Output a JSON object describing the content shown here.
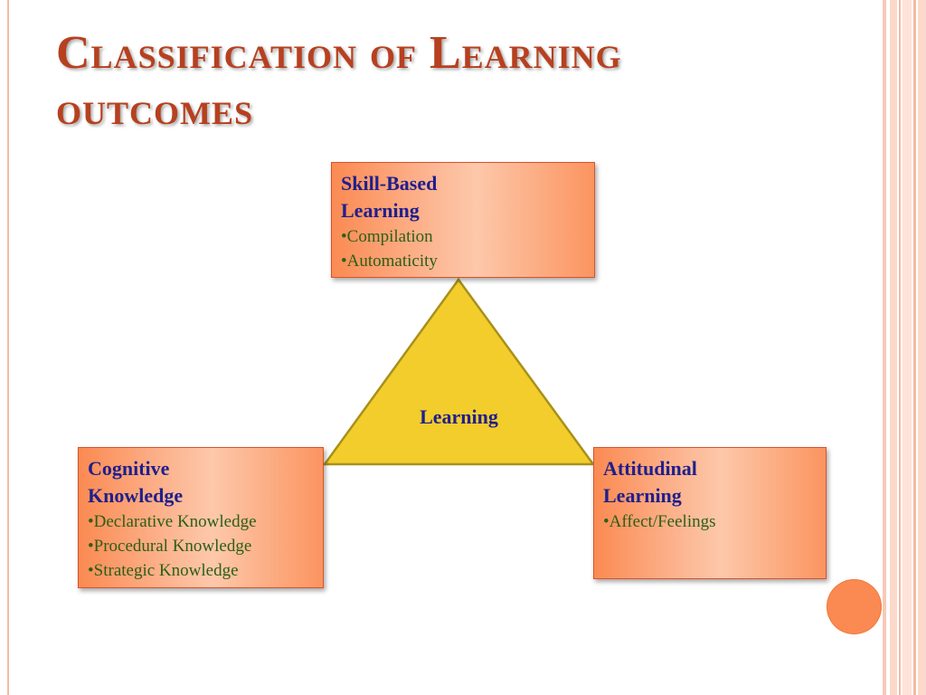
{
  "slide": {
    "title_line1": "Classification of Learning",
    "title_line2": "outcomes"
  },
  "diagram": {
    "center_label": "Learning",
    "skill_based": {
      "heading_line1": "Skill-Based",
      "heading_line2": "Learning",
      "items": [
        "•Compilation",
        "•Automaticity"
      ]
    },
    "cognitive": {
      "heading_line1": "Cognitive",
      "heading_line2": "Knowledge",
      "items": [
        "•Declarative Knowledge",
        "•Procedural Knowledge",
        "•Strategic Knowledge"
      ]
    },
    "attitudinal": {
      "heading_line1": "Attitudinal",
      "heading_line2": "Learning",
      "items": [
        "•Affect/Feelings"
      ]
    }
  },
  "colors": {
    "title": "#b7401f",
    "box_fill": "#fb8a52",
    "box_border": "#d8532a",
    "triangle_fill": "#f3cd2c",
    "triangle_stroke": "#a8901a",
    "heading_text": "#1f1f8c",
    "item_text": "#2b5f16"
  }
}
